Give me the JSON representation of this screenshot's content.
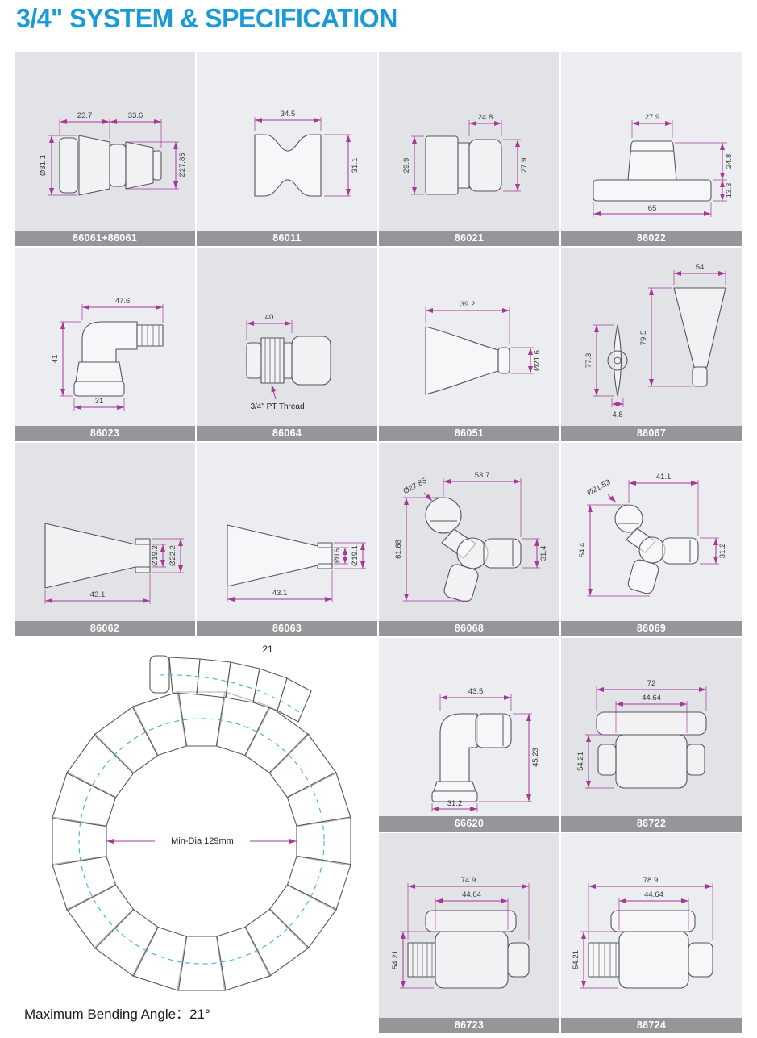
{
  "title": "3/4\" SYSTEM & SPECIFICATION",
  "colors": {
    "title_blue": "#1A9AD7",
    "dimension_magenta": "#A83898",
    "caption_gray": "#95959A",
    "coil_guide_teal": "#3BB6C6"
  },
  "coil": {
    "angle": "21",
    "min_dia": "Min-Dia 129mm",
    "caption": "Maximum Bending Angle：21°"
  },
  "cells": {
    "c1": {
      "label": "86061+86061",
      "w1": "23.7",
      "w2": "33.6",
      "dl": "Ø31.1",
      "dr": "Ø27.85"
    },
    "c2": {
      "label": "86011",
      "w": "34.5",
      "h": "31.1"
    },
    "c3": {
      "label": "86021",
      "w": "24.8",
      "hl": "29.9",
      "hr": "27.9"
    },
    "c4": {
      "label": "86022",
      "w": "27.9",
      "h1": "24.8",
      "h2": "13.3",
      "base": "65"
    },
    "c5": {
      "label": "86023",
      "w": "47.6",
      "h": "41",
      "base": "31"
    },
    "c6": {
      "label": "86064",
      "w": "40",
      "thread": "3/4\" PT Thread"
    },
    "c7": {
      "label": "86051",
      "w": "39.2",
      "d": "Ø21.6"
    },
    "c8": {
      "label": "86067",
      "h1": "77.3",
      "t": "4.8",
      "w": "54",
      "h2": "79.5"
    },
    "c9": {
      "label": "86062",
      "d1": "Ø19.2",
      "d2": "Ø22.2",
      "len": "43.1"
    },
    "c10": {
      "label": "86063",
      "d1": "Ø16",
      "d2": "Ø19.1",
      "len": "43.1"
    },
    "c11": {
      "label": "86068",
      "d": "Ø27.85",
      "w": "53.7",
      "h": "61.68",
      "hr": "31.4"
    },
    "c12": {
      "label": "86069",
      "d": "Ø21.53",
      "w": "41.1",
      "h": "54.4",
      "hr": "31.2"
    },
    "c13": {
      "label": "66620",
      "w": "43.5",
      "h": "45.23",
      "base": "31.2"
    },
    "c14": {
      "label": "86722",
      "w1": "72",
      "w2": "44.64",
      "h": "54.21"
    },
    "c15": {
      "label": "86723",
      "w1": "74.9",
      "w2": "44.64",
      "h": "54.21"
    },
    "c16": {
      "label": "86724",
      "w1": "78.9",
      "w2": "44.64",
      "h": "54.21"
    }
  }
}
